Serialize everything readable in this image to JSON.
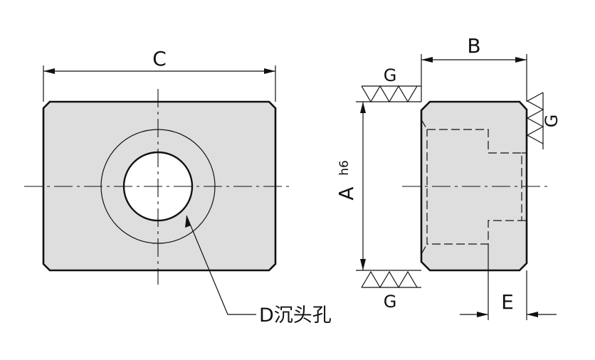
{
  "dimensions": {
    "c_label": "C",
    "b_label": "B",
    "a_label": "A",
    "a_tolerance": "h6",
    "e_label": "E",
    "g_top_label": "G",
    "g_right_label": "G",
    "g_bottom_label": "G"
  },
  "callout": {
    "hole_label": "D沉头孔"
  },
  "colors": {
    "part_fill": "#dedede",
    "line": "#111111",
    "background": "#ffffff"
  }
}
